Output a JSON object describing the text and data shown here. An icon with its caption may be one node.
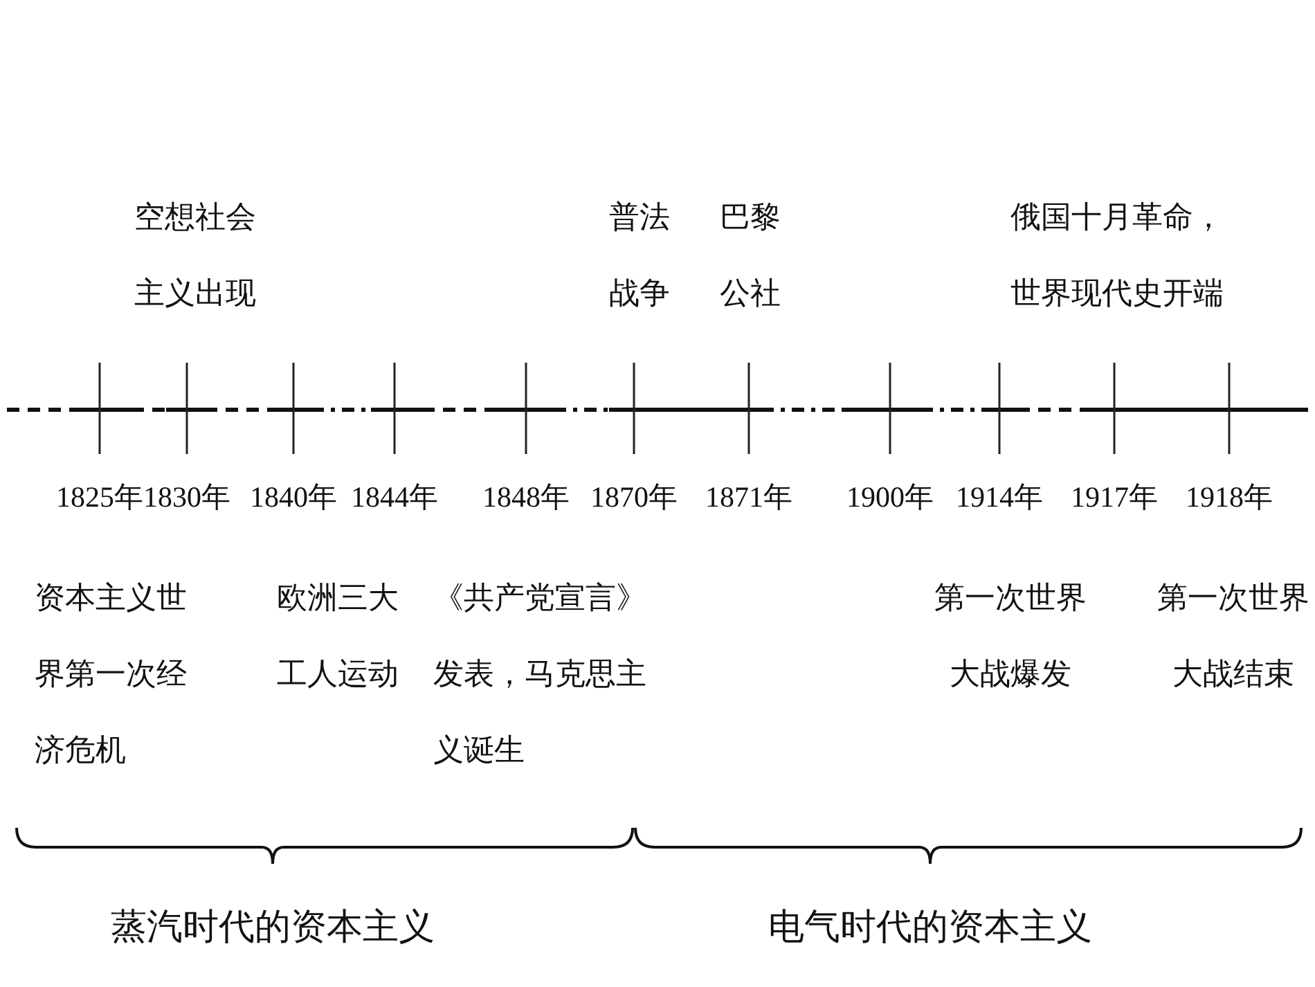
{
  "diagram": {
    "labels": [
      "空想社会主义出现",
      "普法战争",
      "巴黎公社",
      "俄国十月革命，世界现代史开端",
      "1825年",
      "1830年",
      "1840年",
      "1844年",
      "1848年",
      "1870年",
      "1871年",
      "1900年",
      "1914年",
      "1917年",
      "1918年",
      "资本主义世界第一次经济危机",
      "欧洲三大工人运动",
      "《共产党宣言》发表，马克思主义诞生",
      "第一次世界大战爆发",
      "第一次世界大战结束",
      "蒸汽时代的资本主义",
      "电气时代的资本主义"
    ]
  }
}
